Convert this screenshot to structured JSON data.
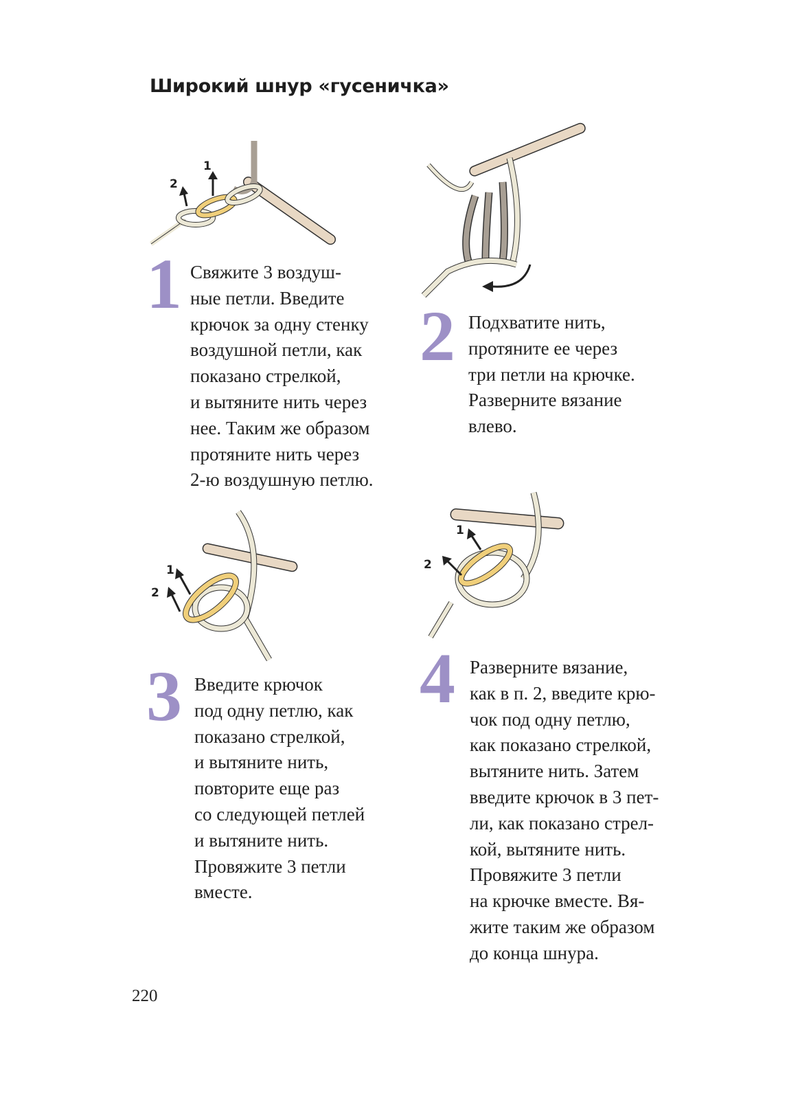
{
  "title": "Широкий шнур «гусеничка»",
  "steps": [
    {
      "number": "1",
      "lines": [
        "Свяжите 3 воздуш-",
        "ные петли. Введите",
        "крючок за одну стенку",
        "воздушной петли, как",
        "показано стрелкой,",
        "и вытяните нить через",
        "нее. Таким же образом",
        "протяните нить через",
        "2-ю воздушную петлю."
      ],
      "labels": [
        "1",
        "2"
      ]
    },
    {
      "number": "2",
      "lines": [
        "Подхватите нить,",
        "протяните ее через",
        "три петли на крючке.",
        "Разверните вязание",
        "влево."
      ]
    },
    {
      "number": "3",
      "lines": [
        "Введите крючок",
        "под одну петлю, как",
        "показано стрелкой,",
        "и вытяните нить,",
        "повторите еще раз",
        "со следующей петлей",
        "и вытяните нить.",
        "Провяжите 3 петли",
        "вместе."
      ],
      "labels": [
        "1",
        "2"
      ]
    },
    {
      "number": "4",
      "lines": [
        "Разверните вязание,",
        "как в п. 2, введите крю-",
        "чок под одну петлю,",
        "как показано стрелкой,",
        "вытяните нить. Затем",
        "введите крючок в 3 пет-",
        "ли, как показано стрел-",
        "кой, вытяните нить.",
        "Провяжите 3 петли",
        "на крючке вместе. Вя-",
        "жите таким же образом",
        "до конца шнура."
      ],
      "labels": [
        "1",
        "2"
      ]
    }
  ],
  "page_number": "220",
  "colors": {
    "accent": "#9d90c6",
    "yarn_gray": "#a89f94",
    "yarn_light": "#ece8d6",
    "yarn_yellow": "#f0cf7a",
    "hook": "#e8d8c4"
  }
}
